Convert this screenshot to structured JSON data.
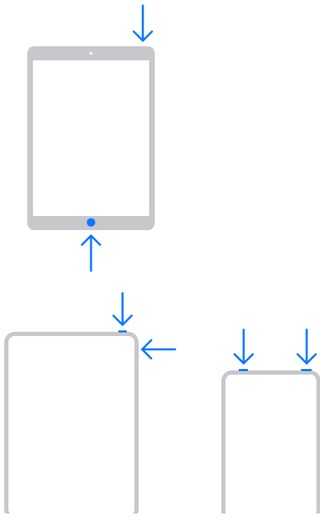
{
  "colors": {
    "device_frame": "#c8c7cc",
    "screen": "#ffffff",
    "accent": "#0a7aff"
  },
  "devices": [
    {
      "name": "ipad-with-home-button",
      "buttons": [
        "top-button",
        "home-button"
      ]
    },
    {
      "name": "ipad-with-top-button-and-side-volume",
      "buttons": [
        "top-button",
        "volume-button"
      ]
    },
    {
      "name": "ipad-with-top-button-and-top-volume",
      "buttons": [
        "top-button",
        "volume-button"
      ]
    }
  ],
  "icons": [
    "arrow-down-icon",
    "arrow-up-icon",
    "arrow-left-icon"
  ]
}
